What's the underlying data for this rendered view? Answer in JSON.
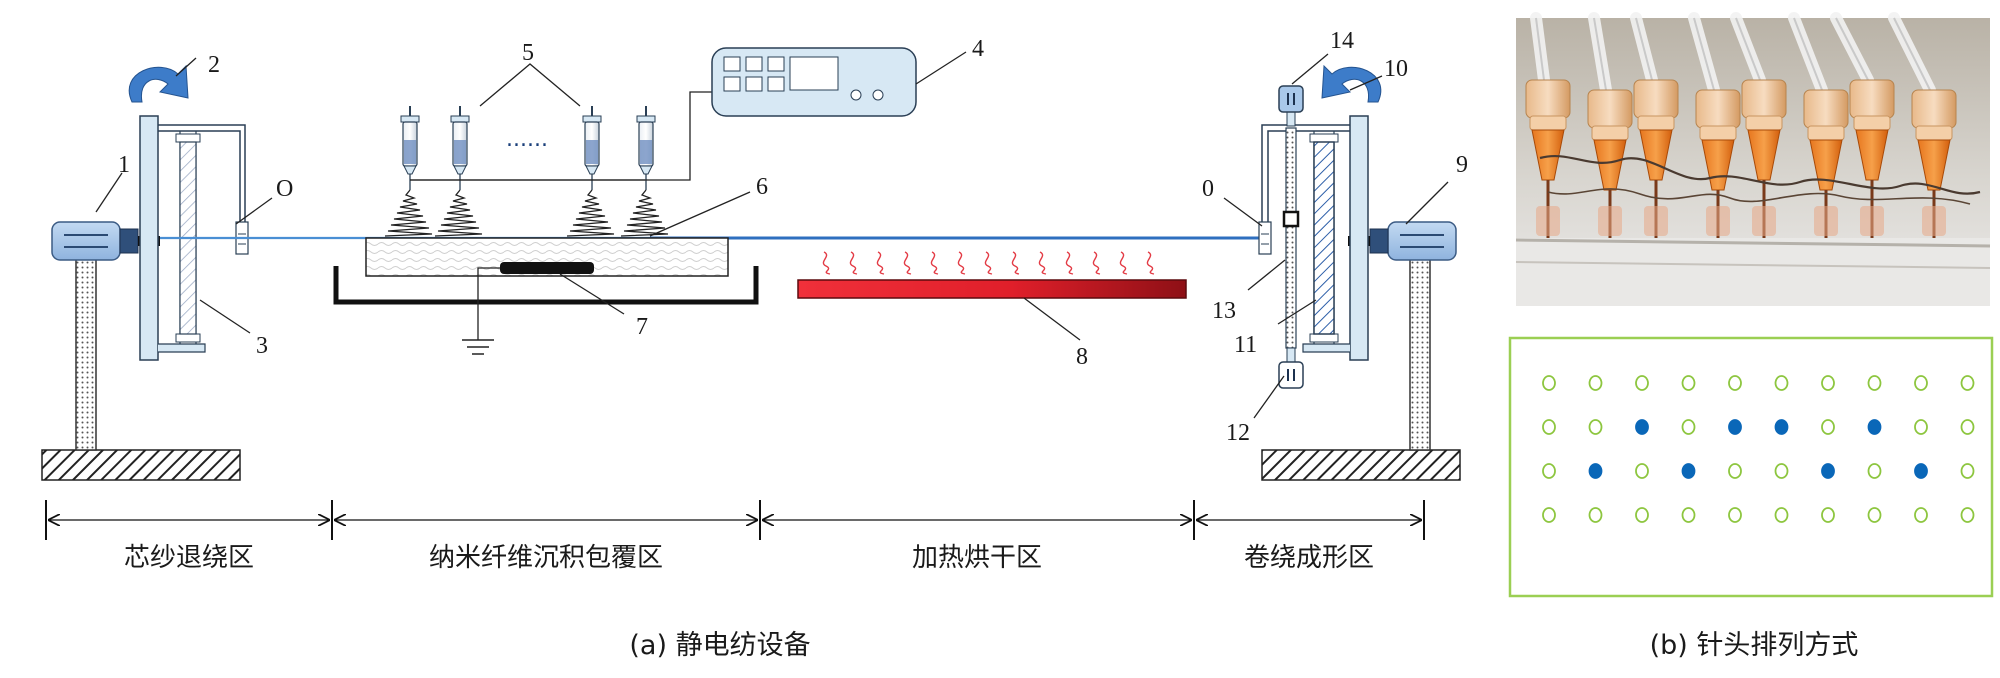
{
  "labels": {
    "n1": "1",
    "n2": "2",
    "n3": "3",
    "n4": "4",
    "n5": "5",
    "n6": "6",
    "n7": "7",
    "n8": "8",
    "n9": "9",
    "n10": "10",
    "n11": "11",
    "n12": "12",
    "n13": "13",
    "n14": "14",
    "oLeft": "O",
    "oRight": "0",
    "dots": "......"
  },
  "zones": {
    "z1": "芯纱退绕区",
    "z2": "纳米纤维沉积包覆区",
    "z3": "加热烘干区",
    "z4": "卷绕成形区"
  },
  "captions": {
    "a": "(a) 静电纺设备",
    "b": "(b) 针头排列方式"
  },
  "needleGrid": {
    "rows": 4,
    "cols": 10,
    "filled": [
      [
        1,
        2
      ],
      [
        1,
        4
      ],
      [
        1,
        5
      ],
      [
        1,
        7
      ],
      [
        2,
        1
      ],
      [
        2,
        3
      ],
      [
        2,
        6
      ],
      [
        2,
        8
      ]
    ],
    "openColor": "#8dc63f",
    "filledColor": "#0a67b8",
    "borderColor": "#9bcf53"
  },
  "colors": {
    "frameBlue": "#d7e8f4",
    "motorBlue": "#a9c8ea",
    "yarn": "#4a8fd4",
    "heater": "#e8252f",
    "wave": "#e33b45"
  }
}
